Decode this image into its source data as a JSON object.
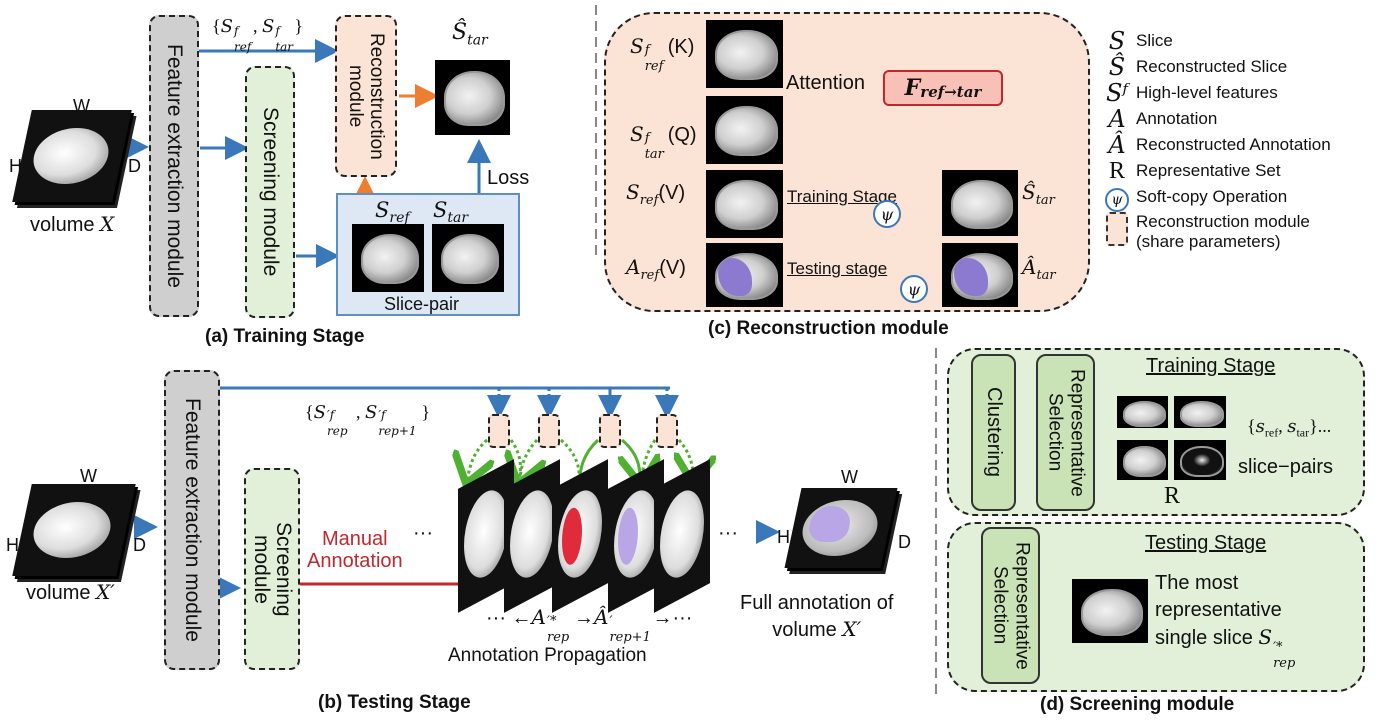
{
  "panel_a": {
    "caption": "(a) Training Stage",
    "volume": {
      "label": "volume",
      "var": "X",
      "w": "W",
      "h": "H",
      "d": "D"
    },
    "feature_extraction": "Feature extraction module",
    "screening": "Screening module",
    "reconstruction": "Reconstruction module",
    "features_label_pre": "{S",
    "features_label": "{S^f_ref, S^f_tar}",
    "features_ref_sub": "ref",
    "features_tar_sub": "tar",
    "features_sup": "f",
    "s_hat_tar": "Ŝ",
    "s_hat_sub": "tar",
    "loss": "Loss",
    "s_ref": "S",
    "s_ref_sub": "ref",
    "s_tar": "S",
    "s_tar_sub": "tar",
    "slice_pair": "Slice-pair"
  },
  "panel_b": {
    "caption": "(b) Testing Stage",
    "volume": {
      "label": "volume",
      "var": "X′",
      "w": "W",
      "h": "H",
      "d": "D"
    },
    "feature_extraction": "Feature extraction module",
    "screening": "Screening module",
    "features_label": "{S′f_rep, S′f_rep+1}",
    "feat_S": "S",
    "feat_sup": "′f",
    "feat_sub1": "rep",
    "feat_sub2": "rep+1",
    "manual_annotation_1": "Manual",
    "manual_annotation_2": "Annotation",
    "ellipsis": "···",
    "propagation_formula": "··· ←A′*rep→Â′rep+1→···",
    "prop_left": "··· ←",
    "prop_A": "A",
    "prop_A_sup": "′*",
    "prop_A_sub": "rep",
    "prop_mid": "→",
    "prop_Ahat": "Â",
    "prop_Ahat_sup": "′",
    "prop_Ahat_sub": "rep+1",
    "prop_right": "→···",
    "annotation_propagation": "Annotation Propagation",
    "full_annotation_1": "Full annotation of",
    "full_annotation_2": "volume",
    "full_var": "X′",
    "out_w": "W",
    "out_h": "H",
    "out_d": "D"
  },
  "panel_c": {
    "caption": "(c) Reconstruction module",
    "key_label": "S",
    "key_sup": "f",
    "key_sub": "ref",
    "key_tag": "(K)",
    "query_label": "S",
    "query_sup": "f",
    "query_sub": "tar",
    "query_tag": "(Q)",
    "value_label": "S",
    "value_sub": "ref",
    "value_tag": "(V)",
    "ann_label": "A",
    "ann_sub": "ref",
    "ann_tag": "(V)",
    "attention": "Attention",
    "flow_F": "F",
    "flow_sub": "ref→tar",
    "training_stage": "Training Stage",
    "testing_stage": "Testing stage",
    "psi": "ψ",
    "out_s": "Ŝ",
    "out_s_sub": "tar",
    "out_a": "Â",
    "out_a_sub": "tar"
  },
  "legend": {
    "items": [
      {
        "symbol": "S",
        "text": "Slice"
      },
      {
        "symbol": "Ŝ",
        "text": "Reconstructed Slice"
      },
      {
        "symbol": "Sᶠ",
        "text": "High-level features"
      },
      {
        "symbol": "A",
        "text": "Annotation"
      },
      {
        "symbol": "Â",
        "text": "Reconstructed Annotation"
      },
      {
        "symbol": "R",
        "text": "Representative Set"
      },
      {
        "symbol": "ψ",
        "text": "Soft-copy Operation"
      },
      {
        "symbol": "",
        "text": "Reconstruction module"
      }
    ],
    "share_params": "(share parameters)"
  },
  "panel_d": {
    "caption": "(d) Screening module",
    "training_stage": "Training Stage",
    "testing_stage": "Testing Stage",
    "clustering": "Clustering",
    "rep_selection_1": "Representative",
    "rep_selection_2": "Selection",
    "set_label": "R",
    "pair_formula": "{s_ref, s_tar}...",
    "pair_s": "s",
    "pair_ref": "ref",
    "pair_tar": "tar",
    "slice_pairs": "slice−pairs",
    "most_1": "The most",
    "most_2": "representative",
    "most_3": "single slice",
    "most_var": "S",
    "most_sup": "′*",
    "most_sub": "rep"
  },
  "colors": {
    "blue": "#3a78b9",
    "orange": "#ef7d32",
    "green": "#4fb031",
    "red": "#c0282d",
    "peach": "#fbe3d6",
    "light_green": "#e2f0d9",
    "gray": "#cfcfcf",
    "panel_blue": "#dde8f4",
    "liver_purple": "#8c7ad0",
    "liver_red": "#e02b3b"
  }
}
